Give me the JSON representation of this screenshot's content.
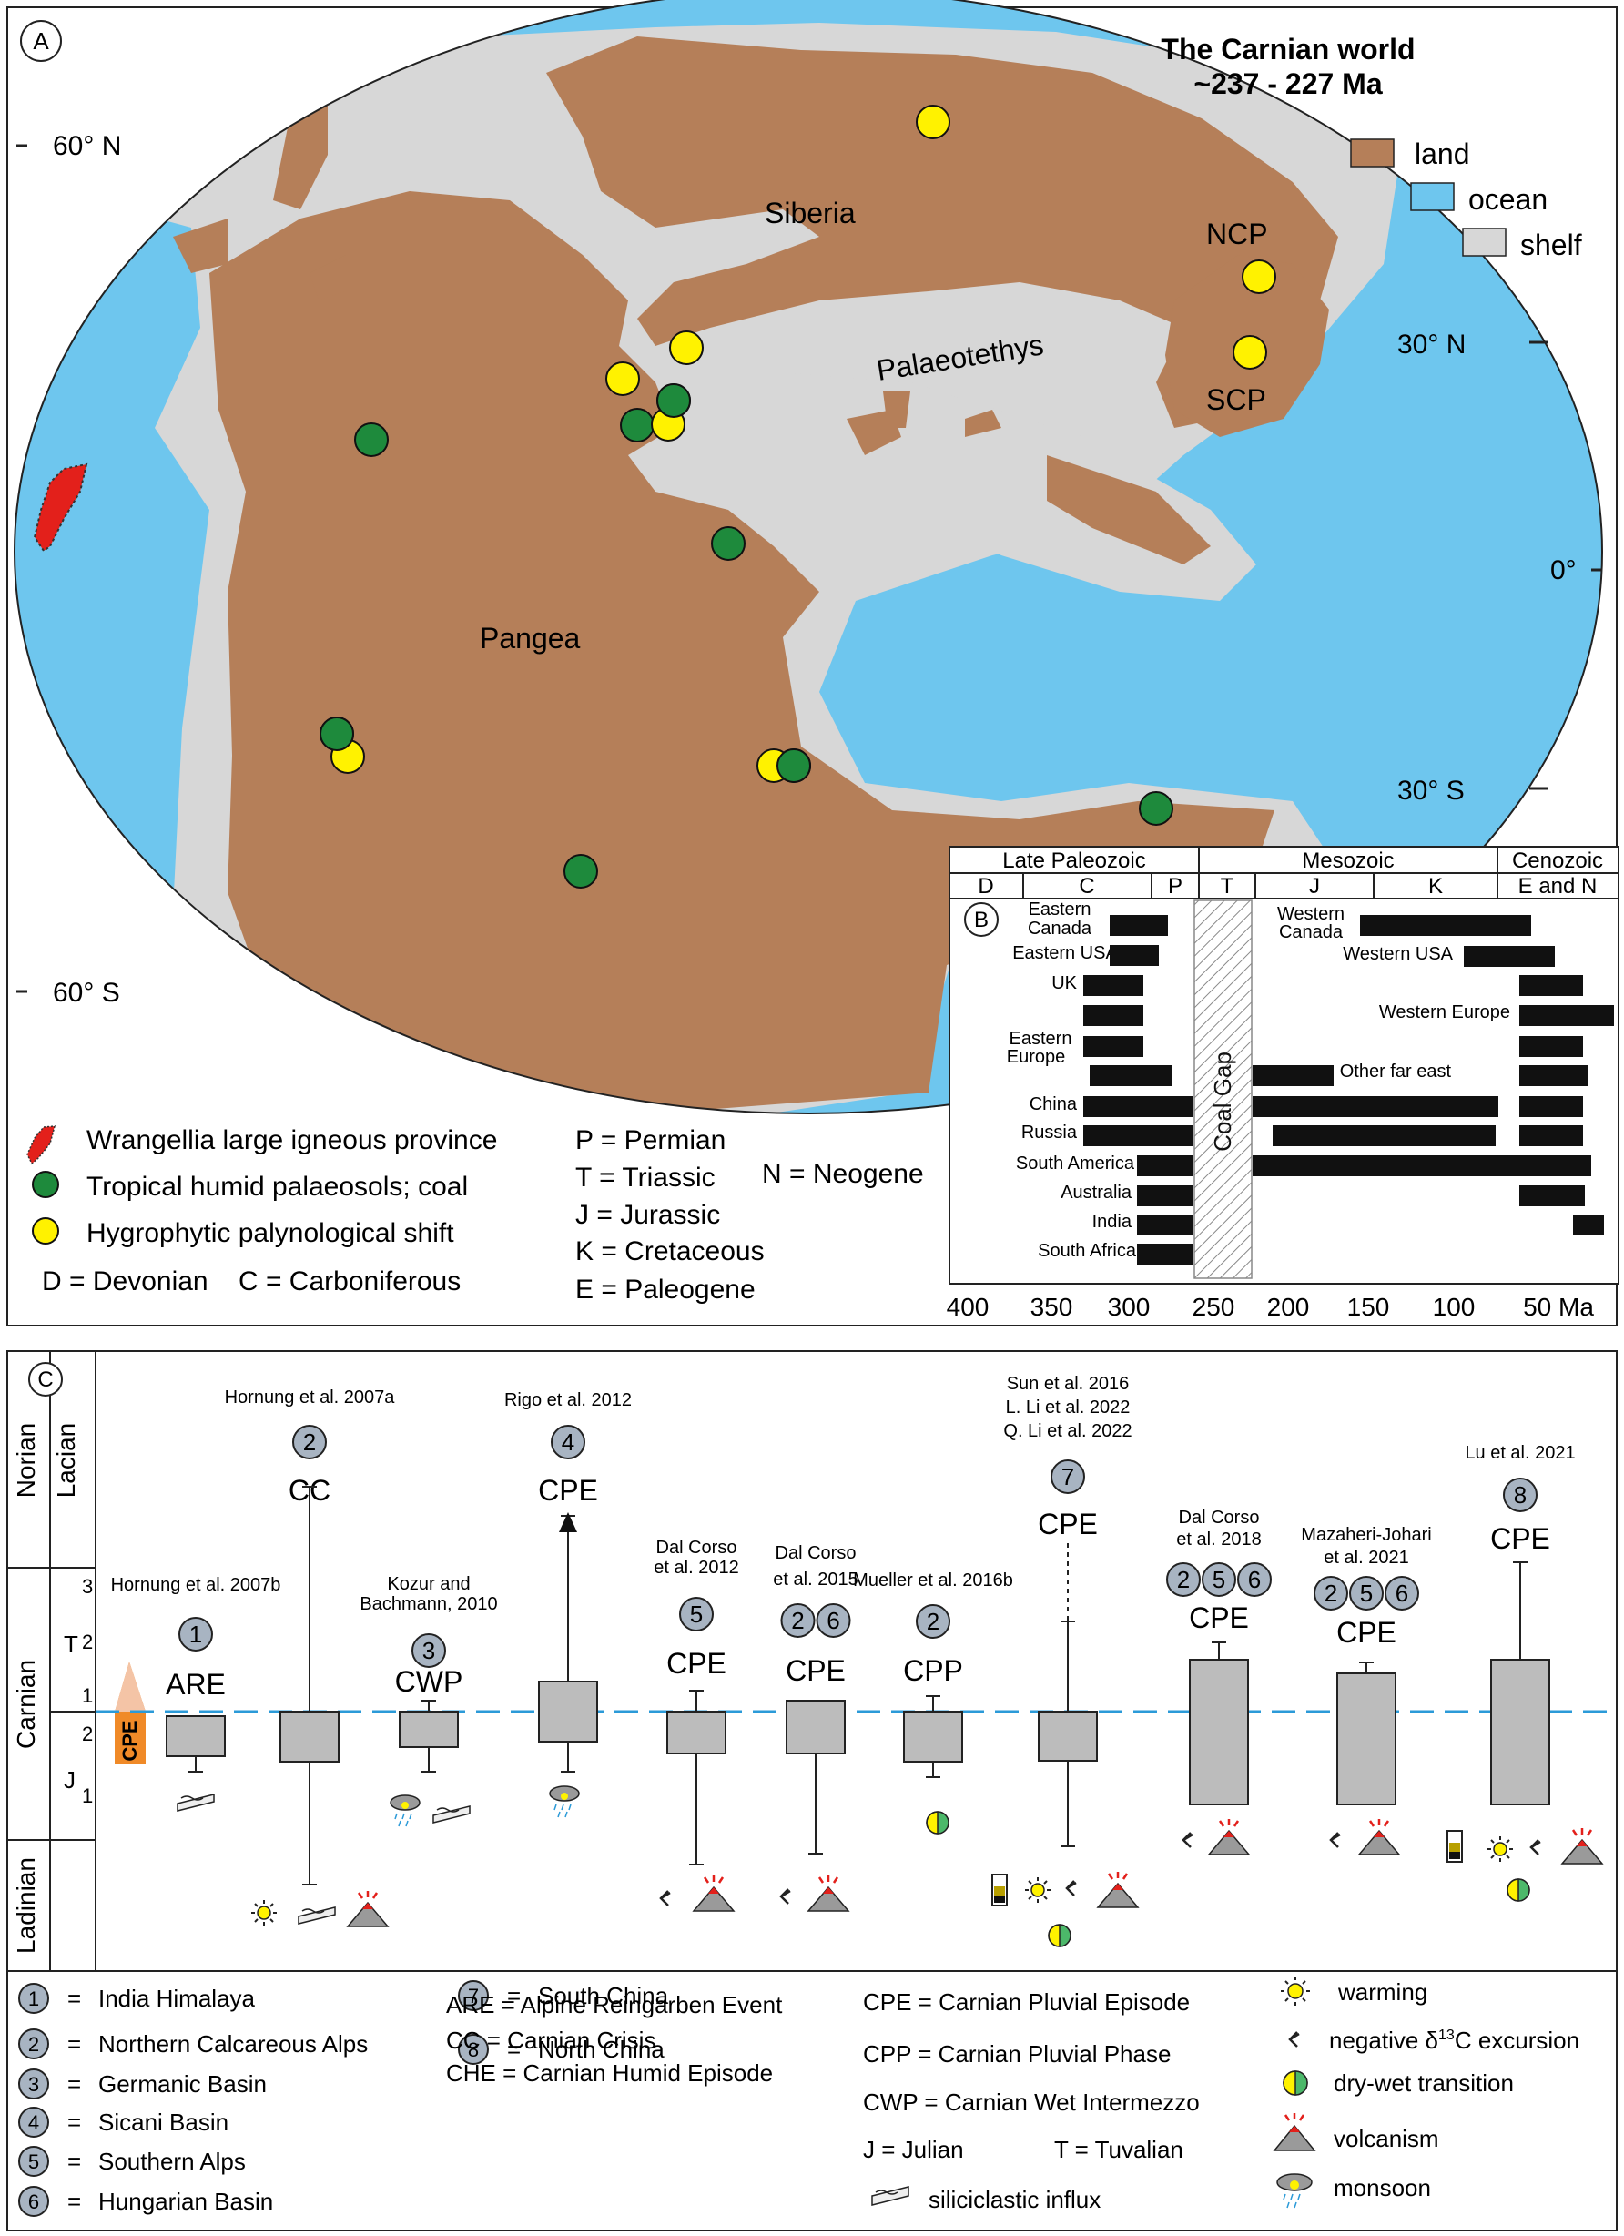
{
  "panelA": {
    "label": "A",
    "title_line1": "The Carnian world",
    "title_line2": "~237 - 227 Ma",
    "legend": {
      "land": "land",
      "ocean": "ocean",
      "shelf": "shelf"
    },
    "lat": {
      "n60": "60° N",
      "n30": "30° N",
      "eq": "0°",
      "s30": "30° S",
      "s60": "60° S"
    },
    "places": {
      "siberia": "Siberia",
      "ncp": "NCP",
      "scp": "SCP",
      "palaeotethys": "Palaeotethys",
      "pangea": "Pangea"
    },
    "key": {
      "wrangellia": "Wrangellia large igneous province",
      "tropical": "Tropical humid palaeosols; coal",
      "hygro": "Hygrophytic palynological shift",
      "dc": "D = Devonian    C = Carboniferous",
      "p": "P = Permian",
      "t": "T = Triassic",
      "j": "J = Jurassic",
      "k": "K = Cretaceous",
      "e": "E = Paleogene",
      "n": "N = Neogene"
    },
    "colors": {
      "land": "#b57f59",
      "ocean": "#6ec6ee",
      "shelf": "#d7d7d7",
      "green": "#1e8a3c",
      "yellow": "#fff200",
      "red": "#e3201b"
    }
  },
  "panelB": {
    "label": "B",
    "eras": {
      "lp": "Late Paleozoic",
      "mz": "Mesozoic",
      "cz": "Cenozoic"
    },
    "periods": {
      "d": "D",
      "c": "C",
      "p": "P",
      "t": "T",
      "j": "J",
      "k": "K",
      "en": "E and N"
    },
    "coal_gap": "Coal Gap",
    "axis_ticks": [
      "400",
      "350",
      "300",
      "250",
      "200",
      "150",
      "100",
      "50 Ma"
    ],
    "regions_left": [
      "Eastern Canada",
      "Eastern USA",
      "UK",
      "Eastern Europe",
      "China",
      "Russia",
      "South America",
      "Australia",
      "India",
      "South Africa"
    ],
    "regions_right": [
      "Western Canada",
      "Western USA",
      "Western Europe",
      "Other far east"
    ]
  },
  "panelC": {
    "label": "C",
    "stages": {
      "norian": "Norian",
      "lacian": "Lacian",
      "carnian": "Carnian",
      "ladinian": "Ladinian",
      "t": "T",
      "j": "J",
      "n3": "3",
      "n2": "2",
      "n1": "1",
      "j2": "2",
      "j1": "1"
    },
    "cpe_marker": "CPE",
    "columns": [
      {
        "ref": "Hornung et al. 2007b",
        "nums": [
          "1"
        ],
        "event": "ARE"
      },
      {
        "ref": "Hornung et al. 2007a",
        "nums": [
          "2"
        ],
        "event": "CC"
      },
      {
        "ref": "Kozur and Bachmann, 2010",
        "nums": [
          "3"
        ],
        "event": "CWP"
      },
      {
        "ref": "Rigo et al. 2012",
        "nums": [
          "4"
        ],
        "event": "CPE"
      },
      {
        "ref": "Dal Corso et al. 2012",
        "nums": [
          "5"
        ],
        "event": "CPE"
      },
      {
        "ref": "Dal Corso et al. 2015",
        "nums": [
          "2",
          "6"
        ],
        "event": "CPE"
      },
      {
        "ref": "Mueller et al. 2016b",
        "nums": [
          "2"
        ],
        "event": "CPP"
      },
      {
        "ref": "Sun et al. 2016 | L. Li et al. 2022 | Q. Li et al. 2022",
        "nums": [
          "7"
        ],
        "event": "CPE"
      },
      {
        "ref": "Dal Corso et al. 2018",
        "nums": [
          "2",
          "5",
          "6"
        ],
        "event": "CPE"
      },
      {
        "ref": "Mazaheri-Johari et al. 2021",
        "nums": [
          "2",
          "5",
          "6"
        ],
        "event": "CPE"
      },
      {
        "ref": "Lu et al. 2021",
        "nums": [
          "8"
        ],
        "event": "CPE"
      }
    ],
    "key_basins": [
      {
        "num": "1",
        "name": "India Himalaya"
      },
      {
        "num": "2",
        "name": "Northern Calcareous Alps"
      },
      {
        "num": "3",
        "name": "Germanic Basin"
      },
      {
        "num": "4",
        "name": "Sicani Basin"
      },
      {
        "num": "5",
        "name": "Southern Alps"
      },
      {
        "num": "6",
        "name": "Hungarian Basin"
      },
      {
        "num": "7",
        "name": "South China"
      },
      {
        "num": "8",
        "name": "North China"
      }
    ],
    "key_abbrev": [
      "ARE = Alpine Reingarben Event",
      "CC = Carnian Crisis",
      "CHE = Carnian Humid Episode",
      "CPE = Carnian Pluvial Episode",
      "CPP = Carnian Pluvial Phase",
      "CWP = Carnian Wet Intermezzo"
    ],
    "key_jt": {
      "j": "J = Julian",
      "t": "T = Tuvalian"
    },
    "key_symbols": {
      "siliciclastic": "siliciclastic influx",
      "warming": "warming",
      "negative_prefix": "negative ",
      "delta": "δ",
      "sup13": "13",
      "c_excursion": "C excursion",
      "drywet": "dry-wet transition",
      "volcanism": "volcanism",
      "monsoon": "monsoon"
    },
    "eq_sign": "="
  }
}
